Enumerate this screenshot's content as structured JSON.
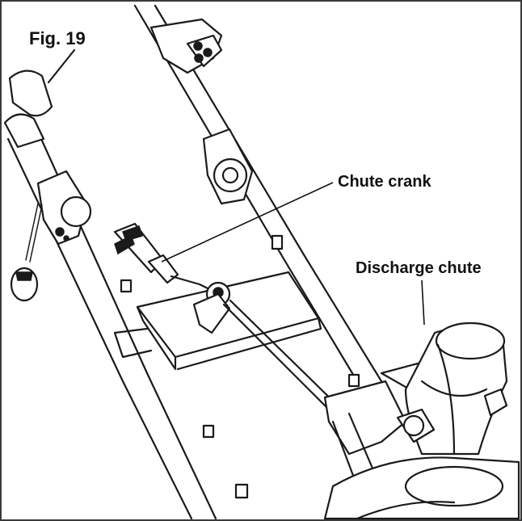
{
  "figure": {
    "title": "Fig. 19",
    "callouts": [
      {
        "id": "chute-crank",
        "text": "Chute crank"
      },
      {
        "id": "discharge-chute",
        "text": "Discharge chute"
      }
    ]
  }
}
